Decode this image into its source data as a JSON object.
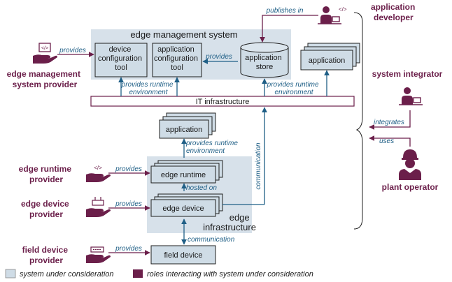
{
  "boxes": {
    "ems": "edge management system",
    "device_config": [
      "device",
      "configuration",
      "tool"
    ],
    "app_config": [
      "application",
      "configuration",
      "tool"
    ],
    "app_store": [
      "application",
      "store"
    ],
    "app_top": "application",
    "it_infra": "IT infrastructure",
    "app_mid": "application",
    "edge_runtime": "edge runtime",
    "edge_device": "edge device",
    "edge_infra": [
      "edge",
      "infrastructure"
    ],
    "field_device": "field device"
  },
  "labels": {
    "provides": "provides",
    "provides_runtime_env": [
      "provides runtime",
      "environment"
    ],
    "publishes_in": "publishes in",
    "hosted_on": "hosted on",
    "communication": "communication",
    "integrates": "integrates",
    "uses": "uses"
  },
  "roles": {
    "app_developer": [
      "application",
      "developer"
    ],
    "ems_provider": [
      "edge management",
      "system provider"
    ],
    "system_integrator": "system integrator",
    "plant_operator": "plant operator",
    "runtime_provider": [
      "edge runtime",
      "provider"
    ],
    "device_provider": [
      "edge device",
      "provider"
    ],
    "field_provider": [
      "field device",
      "provider"
    ]
  },
  "legend": {
    "system": "system under consideration",
    "roles": "roles interacting with system under consideration"
  },
  "colors": {
    "system_fill": "#cfdce6",
    "role": "#6b1f4a",
    "relation": "#1f5f86"
  },
  "icons": [
    "code-hand-icon",
    "developer-icon",
    "integrator-icon",
    "operator-helmet-icon",
    "device-hand-icon"
  ]
}
